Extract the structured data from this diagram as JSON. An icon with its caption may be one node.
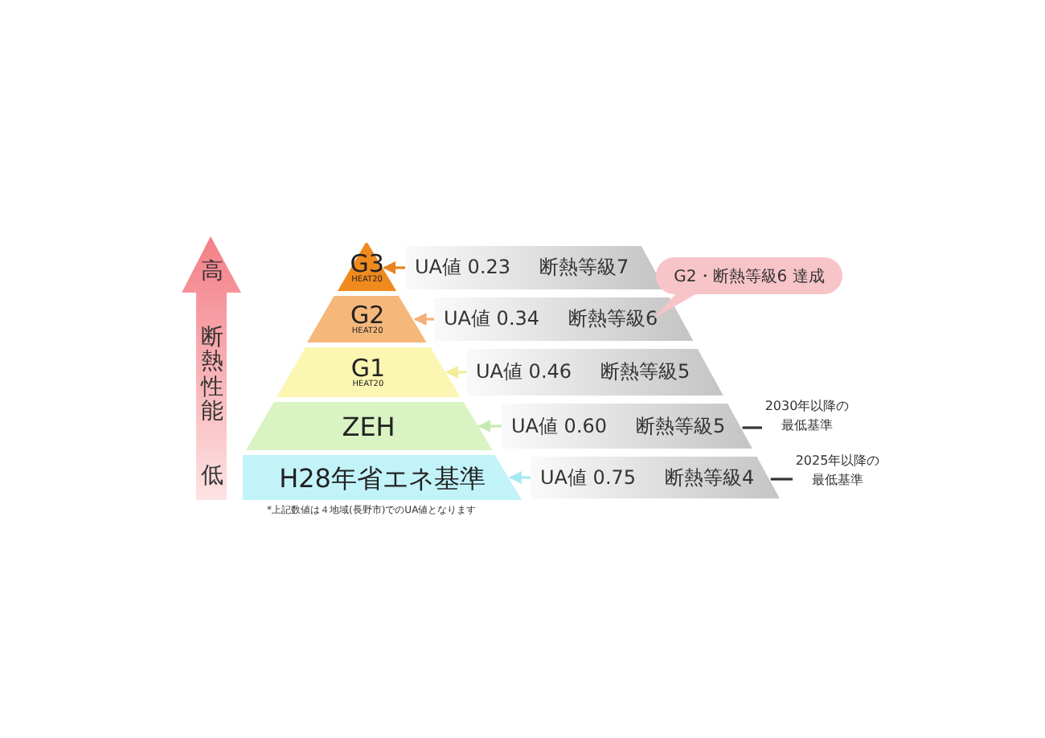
{
  "diagram": {
    "nodes": [
      {
        "text": [
          "G3",
          "HEAT20"
        ]
      },
      {
        "text": [
          "UA値 0.23",
          "断熱等級7"
        ]
      },
      {
        "text": [
          "G2・断熱等級6 達成"
        ]
      },
      {
        "text": [
          "G2",
          "HEAT20"
        ]
      },
      {
        "text": [
          "UA値 0.34",
          "断熱等級6"
        ]
      },
      {
        "text": [
          "G1",
          "HEAT20"
        ]
      },
      {
        "text": [
          "UA値 0.46",
          "断熱等級5"
        ]
      },
      {
        "text": [
          "ZEH"
        ]
      },
      {
        "text": [
          "UA値 0.60",
          "断熱等級5"
        ]
      },
      {
        "text": [
          "2030年以降の最低基準"
        ]
      },
      {
        "text": [
          "H28年省エネ基準"
        ]
      },
      {
        "text": [
          "UA値 0.75",
          "断熱等級4"
        ]
      },
      {
        "text": [
          "2025年以降の最低基準"
        ]
      }
    ],
    "edges": [
      {
        "from": 1,
        "to": 0,
        "arrow": "to",
        "color": "#e8831e"
      },
      {
        "from": 2,
        "to": 4,
        "arrow": "none",
        "color": "#f7c4c8"
      },
      {
        "from": 4,
        "to": 3,
        "arrow": "to",
        "color": "#f2b07a"
      },
      {
        "from": 6,
        "to": 5,
        "arrow": "to",
        "color": "#f3ec9a"
      },
      {
        "from": 8,
        "to": 7,
        "arrow": "to",
        "color": "#c8eab0"
      },
      {
        "from": 9,
        "to": 8,
        "arrow": "none",
        "color": "#333333"
      },
      {
        "from": 11,
        "to": 10,
        "arrow": "to",
        "color": "#a8e8f2"
      },
      {
        "from": 12,
        "to": 11,
        "arrow": "none",
        "color": "#333333"
      }
    ],
    "labels": [
      "高",
      "断熱性能",
      "低",
      "*上記数値は４地域(長野市)でのUA値となります"
    ]
  }
}
